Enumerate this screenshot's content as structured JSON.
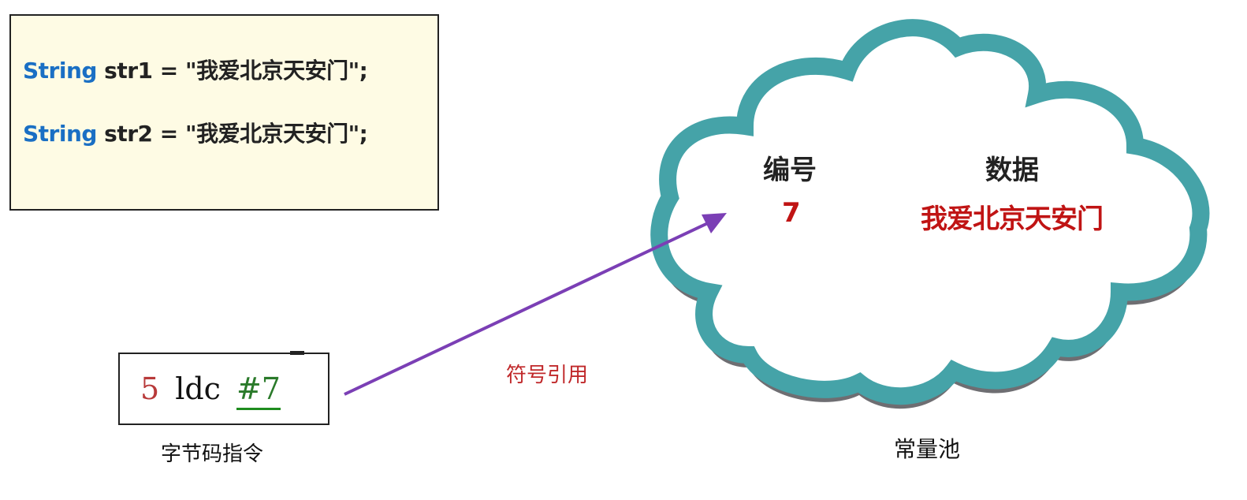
{
  "code_box": {
    "lines": [
      {
        "keyword": "String",
        "rest": " str1 = \"我爱北京天安门\";"
      },
      {
        "keyword": "String",
        "rest": " str2 = \"我爱北京天安门\";"
      }
    ],
    "keyword_color": "#1a6fc4",
    "background": "#fefbe4"
  },
  "bytecode": {
    "index": "5",
    "opcode": "ldc",
    "operand": "#7",
    "label": "字节码指令"
  },
  "arrow": {
    "label": "符号引用",
    "color": "#7b3fb5"
  },
  "constant_pool": {
    "header_id": "编号",
    "header_data": "数据",
    "entry_id": "7",
    "entry_data": "我爱北京天安门",
    "label": "常量池",
    "outline_color": "#45a3a8",
    "shadow_color": "#6e6e72",
    "value_color": "#c01414"
  }
}
